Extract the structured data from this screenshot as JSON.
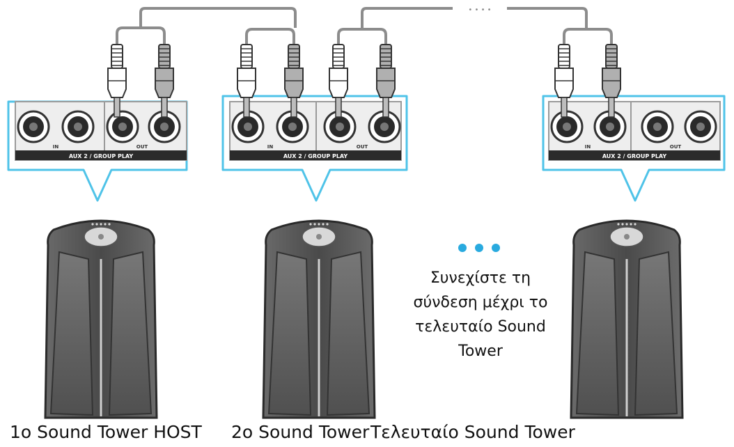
{
  "captions": {
    "first": "1o Sound Tower HOST",
    "second": "2o Sound Tower",
    "last": "Τελευταίο Sound Tower"
  },
  "continue_note": "Συνεχίστε τη σύνδεση μέχρι το τελευταίο Sound Tower",
  "panel_label": "AUX 2 / GROUP PLAY",
  "jack_in_label": "IN",
  "jack_out_label": "OUT",
  "continuation_dots": "• • • •",
  "colors": {
    "callout_border": "#4fc3e8",
    "panel_fill": "#eeeeee",
    "panel_border": "#9a9a9a",
    "cable": "#8c8c8c",
    "plug_white": "#ffffff",
    "plug_gray": "#b0b0b0",
    "speaker_body": "#555555",
    "dots_blue": "#29aadf"
  },
  "icons": [
    "rca-plug-icon",
    "rca-jack-icon",
    "speaker-tower-icon",
    "ellipsis-dots-icon"
  ]
}
